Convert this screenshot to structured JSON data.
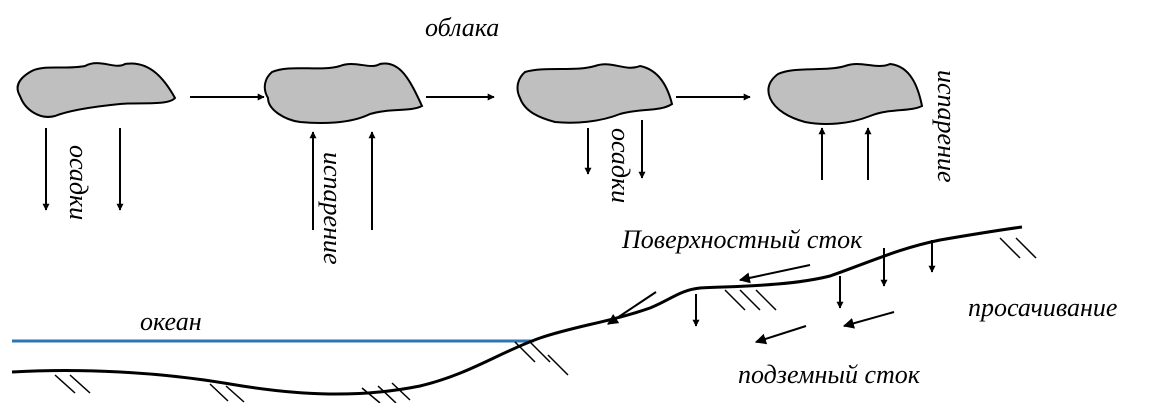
{
  "labels": {
    "clouds": "облака",
    "precipitation_left": "осадки",
    "evaporation_left": "испарение",
    "precipitation_mid": "осадки",
    "evaporation_right": "испарение",
    "surface_runoff": "Поверхностный сток",
    "ocean": "океан",
    "infiltration": "просачивание",
    "groundwater_runoff": "подземный сток"
  },
  "colors": {
    "cloud_fill": "#bfbfbf",
    "ocean_line": "#2e75b6",
    "ink": "#000000"
  }
}
